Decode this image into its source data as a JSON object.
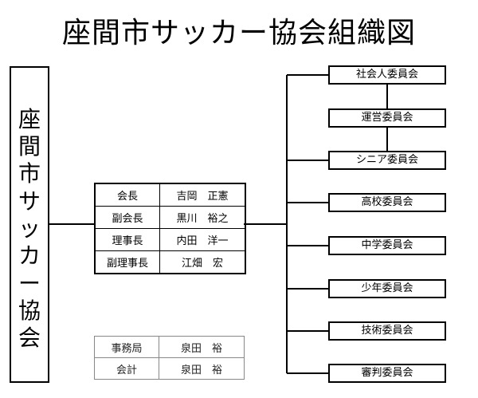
{
  "title": "座間市サッカー協会組織図",
  "association": {
    "chars": [
      "座",
      "間",
      "市",
      "サ",
      "ッ",
      "カ",
      "ー",
      "協",
      "会"
    ]
  },
  "officers": [
    {
      "role": "会長",
      "name": "吉岡　正憲"
    },
    {
      "role": "副会長",
      "name": "黒川　裕之"
    },
    {
      "role": "理事長",
      "name": "内田　洋一"
    },
    {
      "role": "副理事長",
      "name": "江畑　宏"
    }
  ],
  "office": [
    {
      "role": "事務局",
      "name": "泉田　裕"
    },
    {
      "role": "会計",
      "name": "泉田　裕"
    }
  ],
  "committees": [
    "社会人委員会",
    "運営委員会",
    "シニア委員会",
    "高校委員会",
    "中学委員会",
    "少年委員会",
    "技術委員会",
    "審判委員会"
  ]
}
